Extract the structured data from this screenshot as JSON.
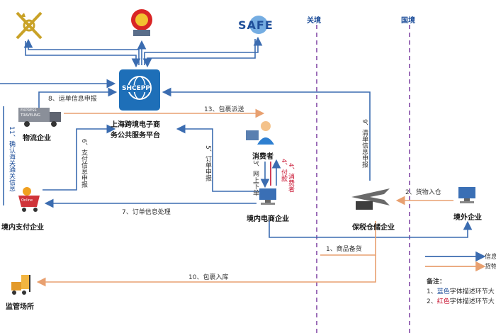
{
  "boundaries": {
    "customs_line": "关境",
    "national_border": "国境"
  },
  "logos": {
    "safe": "SAFE",
    "platform": "SHCEPP"
  },
  "nodes": {
    "platform": [
      "上海跨境电子商",
      "务公共服务平台"
    ],
    "logistics": "物流企业",
    "payment": "境内支付企业",
    "consumer": "消费者",
    "domestic_ec": "境内电商企业",
    "bonded": "保税仓储企业",
    "overseas": "境外企业",
    "supervision": "监管场所"
  },
  "truck_text": [
    "EXPRESS",
    "TRAVELING"
  ],
  "online_tag": "Online",
  "flows": {
    "f1": "1、商品备货",
    "f2": "2、货物入仓",
    "f3": "3、网上下单",
    "f4": "4、付款",
    "f4b": "4、消费者",
    "f5": "5、订单申报",
    "f6": "6、支付信息申报",
    "f7": "7、订单信息处理",
    "f8": "8、运单信息申报",
    "f9": "9、清单信息申报",
    "f10": "10、包裹入库",
    "f11": "11、确认海关通关信息",
    "f13": "13、包裹派送"
  },
  "legend": {
    "info": "信息",
    "goods": "货物",
    "note_title": "备注：",
    "note1_prefix": "1、",
    "note1_color_word": "蓝色",
    "note1_rest": "字体描述环节大",
    "note2_prefix": "2、",
    "note2_color_word": "红色",
    "note2_rest": "字体描述环节大"
  },
  "colors": {
    "info": "#3b6cb0",
    "goods": "#e8a070",
    "boundary": "#7b3fa0",
    "accent": "#c8102e"
  }
}
